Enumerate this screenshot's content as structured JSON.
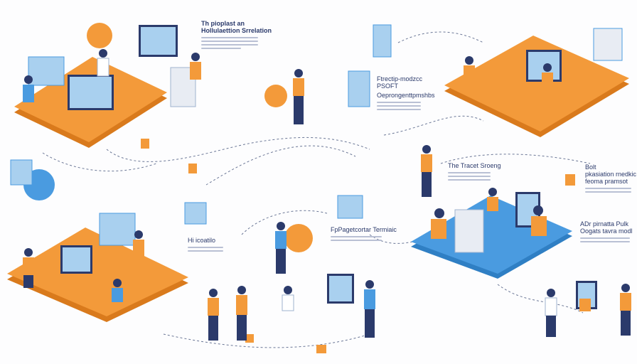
{
  "colors": {
    "orange": "#f39a3a",
    "orange_dark": "#d97a1c",
    "blue": "#4a9be0",
    "blue_light": "#a9d0ef",
    "navy": "#2b3a6b",
    "gray": "#e8ecf3"
  },
  "labels": [
    {
      "title": "Th pioplast an",
      "subtitle": "Hollulaettion Srrelation"
    },
    {
      "title": "Ftrectip-modzcc",
      "subtitle": "PSOFT",
      "extra": "Oeprongenttpmshbs"
    },
    {
      "title": "The Tracet Sroeng"
    },
    {
      "title": "Bolt",
      "subtitle": "pkasiation rnedkic",
      "extra": "feoma pramsot"
    },
    {
      "title": "ADr pirnatta Pulk",
      "subtitle": "Oogats tavra modl"
    },
    {
      "title": "FpPagetcortar Termiaic"
    },
    {
      "title": "Hi icoatilo"
    }
  ]
}
